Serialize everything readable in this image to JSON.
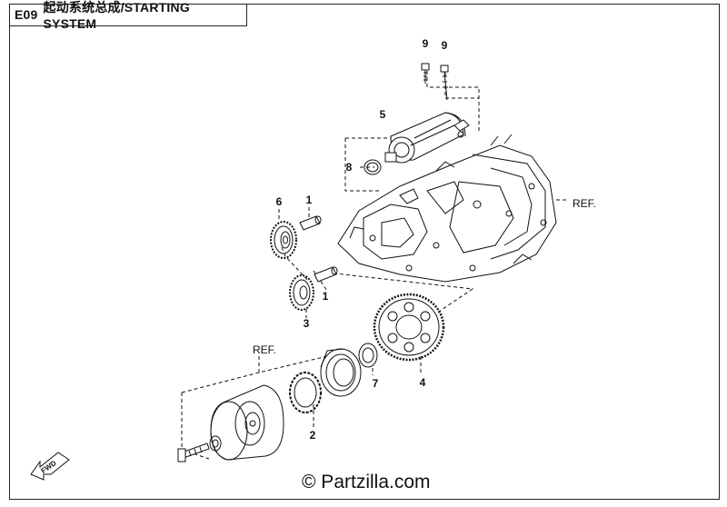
{
  "header": {
    "code": "E09",
    "title": "起动系统总成/STARTING SYSTEM"
  },
  "callouts": {
    "c1a": "1",
    "c1b": "1",
    "c2": "2",
    "c3": "3",
    "c4": "4",
    "c5": "5",
    "c6": "6",
    "c7": "7",
    "c8": "8",
    "c9a": "9",
    "c9b": "9"
  },
  "references": {
    "ref_crankcase": "REF.",
    "ref_flywheel": "REF."
  },
  "direction_badge": "FWD",
  "watermark": "© Partzilla.com"
}
